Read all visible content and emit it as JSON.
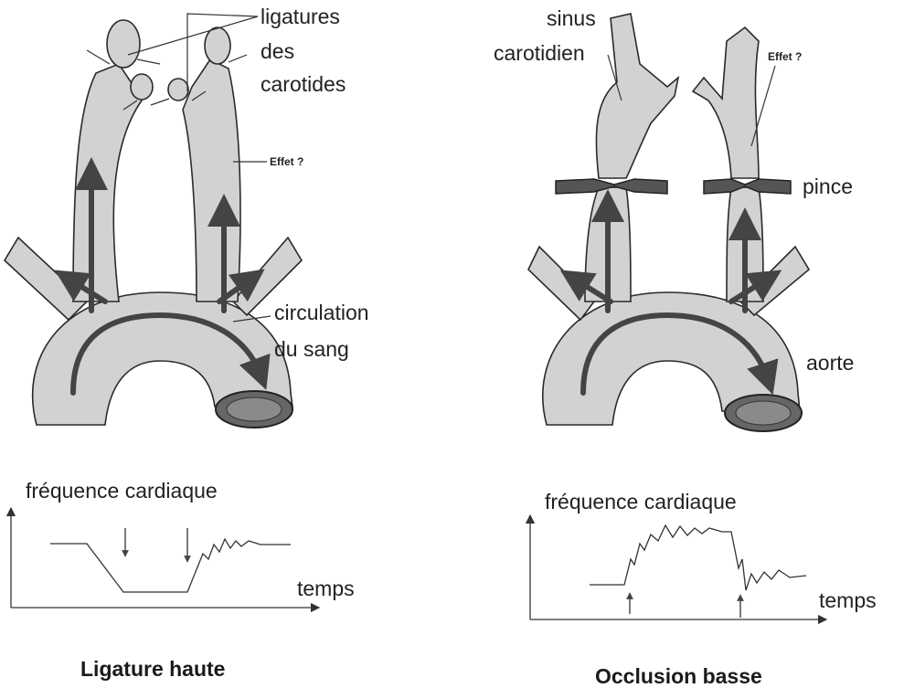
{
  "left": {
    "labels": {
      "ligatures": [
        "ligatures",
        "des",
        "carotides"
      ],
      "effet": "Effet ?",
      "circulation": [
        "circulation",
        "du sang"
      ]
    },
    "graph": {
      "ylabel": "fréquence cardiaque",
      "xlabel": "temps"
    },
    "title": "Ligature haute"
  },
  "right": {
    "labels": {
      "sinus": [
        "sinus",
        "carotidien"
      ],
      "effet": "Effet ?",
      "pince": "pince",
      "aorte": "aorte"
    },
    "graph": {
      "ylabel": "fréquence cardiaque",
      "xlabel": "temps"
    },
    "title": "Occlusion basse"
  }
}
